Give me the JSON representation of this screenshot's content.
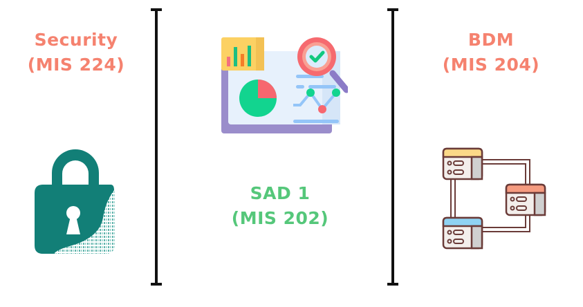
{
  "columns": [
    {
      "title": "Security",
      "code": "(MIS 224)",
      "color": "#f5826f",
      "icon": "padlock-icon"
    },
    {
      "title": "SAD 1",
      "code": "(MIS 202)",
      "color": "#55c77a",
      "icon": "analytics-dashboard-icon"
    },
    {
      "title": "BDM",
      "code": "(MIS 204)",
      "color": "#f5826f",
      "icon": "database-network-icon"
    }
  ]
}
